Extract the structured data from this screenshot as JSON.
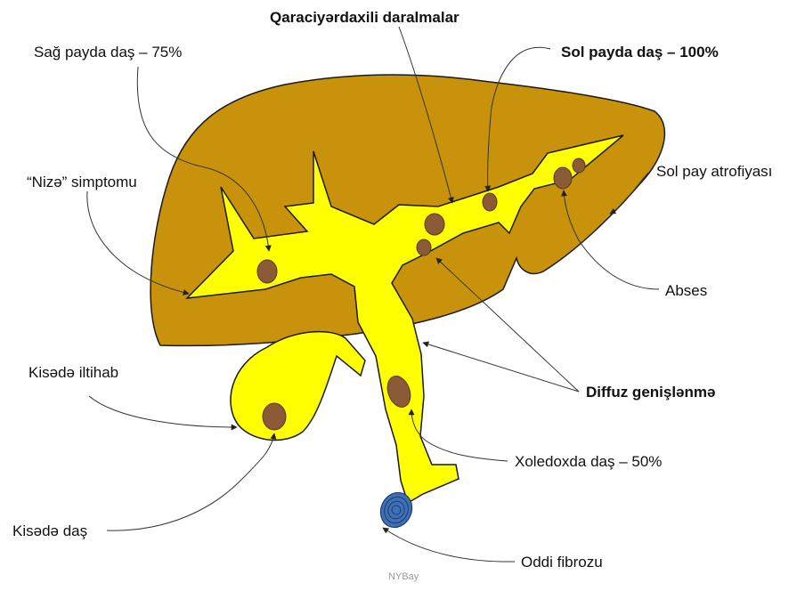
{
  "labels": {
    "right_lobe_stone": "Sağ payda daş – 75%",
    "intrahepatic_strictures": "Qaraciyərdaxili daralmalar",
    "left_lobe_stone": "Sol payda daş – 100%",
    "spear_sign": "“Nizə” simptomu",
    "left_lobe_atrophy": "Sol pay atrofiyası",
    "abscess": "Abses",
    "gallbladder_inflammation": "Kisədə iltihab",
    "diffuse_dilation": "Diffuz genişlənmə",
    "choledochal_stone": "Xoledoxda daş – 50%",
    "gallbladder_stone": "Kisədə daş",
    "oddi_fibrosis": "Oddi fibrozu"
  },
  "credit": "NYBay",
  "colors": {
    "liver_fill": "#c8930a",
    "liver_stroke": "#1a1a1a",
    "bile_fill": "#ffff00",
    "stone_fill": "#8b5a36",
    "sphincter_fill": "#3f6fb5"
  }
}
